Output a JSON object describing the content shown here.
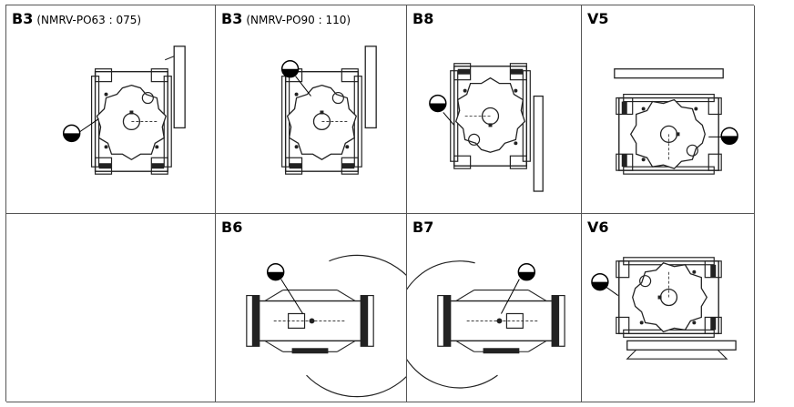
{
  "positions": [
    {
      "code": "B3",
      "variant": "(NMRV-PO63 : 075)"
    },
    {
      "code": "B3",
      "variant": "(NMRV-PO90 : 110)"
    },
    {
      "code": "B8",
      "variant": ""
    },
    {
      "code": "V5",
      "variant": ""
    },
    {
      "code": "",
      "variant": ""
    },
    {
      "code": "B6",
      "variant": ""
    },
    {
      "code": "B7",
      "variant": ""
    },
    {
      "code": "V6",
      "variant": ""
    }
  ]
}
